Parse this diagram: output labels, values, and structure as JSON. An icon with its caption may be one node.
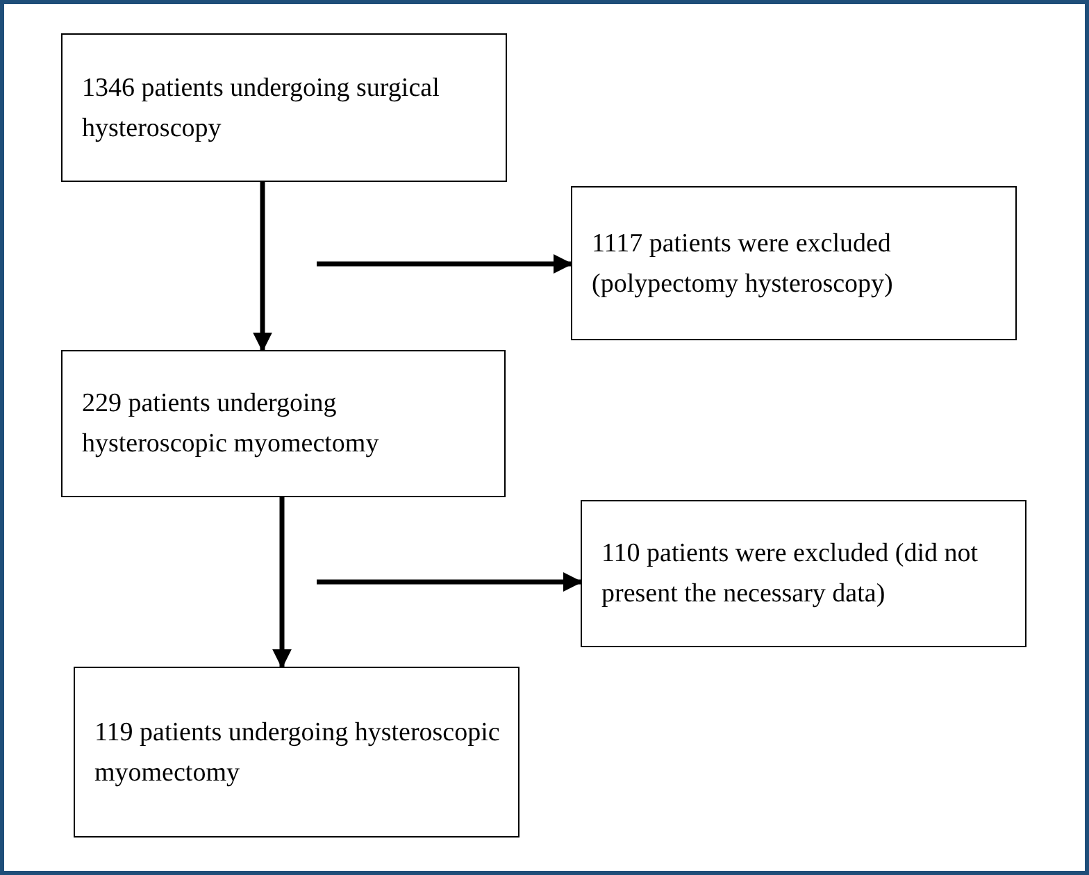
{
  "diagram": {
    "nodes": [
      {
        "text": [
          "1346 patients undergoing surgical hysteroscopy"
        ]
      },
      {
        "text": [
          "1117 patients were excluded (polypectomy hysteroscopy)"
        ]
      },
      {
        "text": [
          "229 patients undergoing hysteroscopic myomectomy"
        ]
      },
      {
        "text": [
          "110 patients were excluded (did not present the necessary data)"
        ]
      },
      {
        "text": [
          "119 patients undergoing hysteroscopic myomectomy"
        ]
      }
    ],
    "edges": [
      {
        "from": 0,
        "to": 2,
        "arrow": "to"
      },
      {
        "from": null,
        "to": 1,
        "arrow": "to"
      },
      {
        "from": 2,
        "to": 4,
        "arrow": "to"
      },
      {
        "from": null,
        "to": 3,
        "arrow": "to"
      }
    ]
  }
}
